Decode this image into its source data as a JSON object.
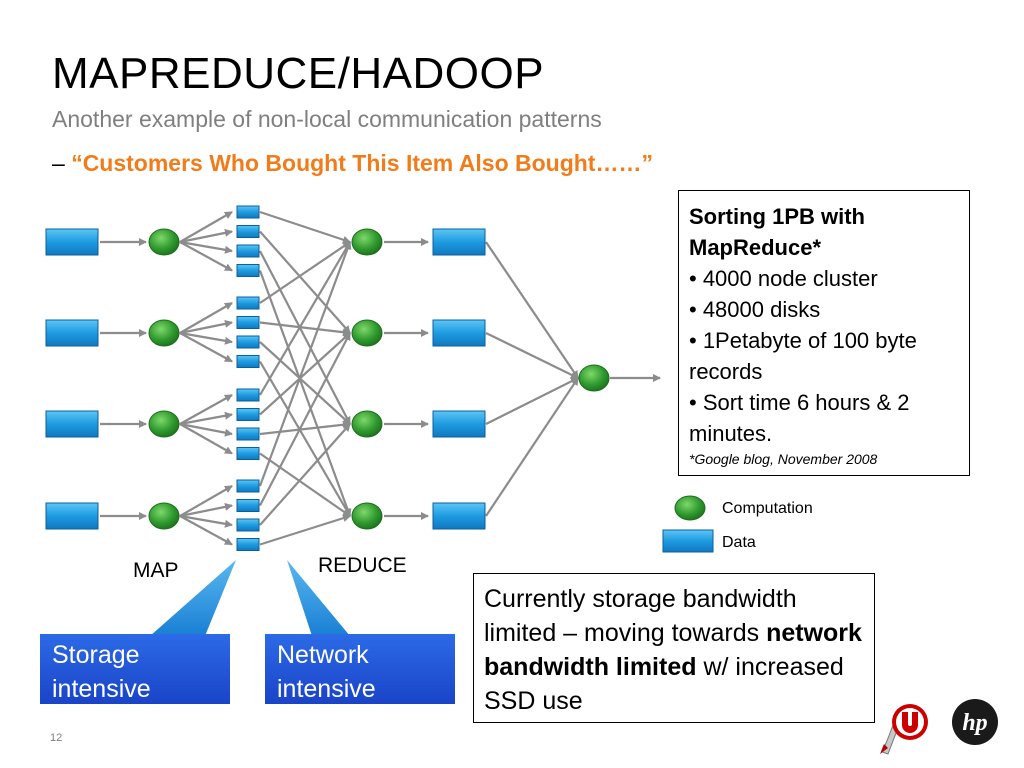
{
  "slide": {
    "title": "MAPREDUCE/HADOOP",
    "subtitle": "Another example of non-local communication patterns",
    "quote_dash": "–",
    "quote": "“Customers Who Bought This Item Also Bought……”",
    "page_number": "12"
  },
  "infobox": {
    "heading_1": "Sorting 1PB with",
    "heading_2": "MapReduce*",
    "bullets": [
      "• 4000 node cluster",
      "• 48000 disks",
      "• 1Petabyte of 100 byte records",
      "• Sort time 6 hours & 2 minutes."
    ],
    "source": "*Google blog, November 2008"
  },
  "legend": {
    "computation": "Computation",
    "data": "Data"
  },
  "labels": {
    "map": "MAP",
    "reduce": "REDUCE"
  },
  "callouts": {
    "storage": "Storage intensive",
    "network": "Network intensive"
  },
  "note": {
    "part1": "Currently storage bandwidth limited – moving towards ",
    "bold": "network bandwidth limited",
    "part2": " w/ increased SSD use"
  },
  "logos": {
    "hp": "hp"
  },
  "colors": {
    "data_block": "#1e9be0",
    "computation_node": "#2f9a2f",
    "quote": "#f07c1a",
    "callout": "#2357d8",
    "arrow": "#8c8c8c"
  }
}
